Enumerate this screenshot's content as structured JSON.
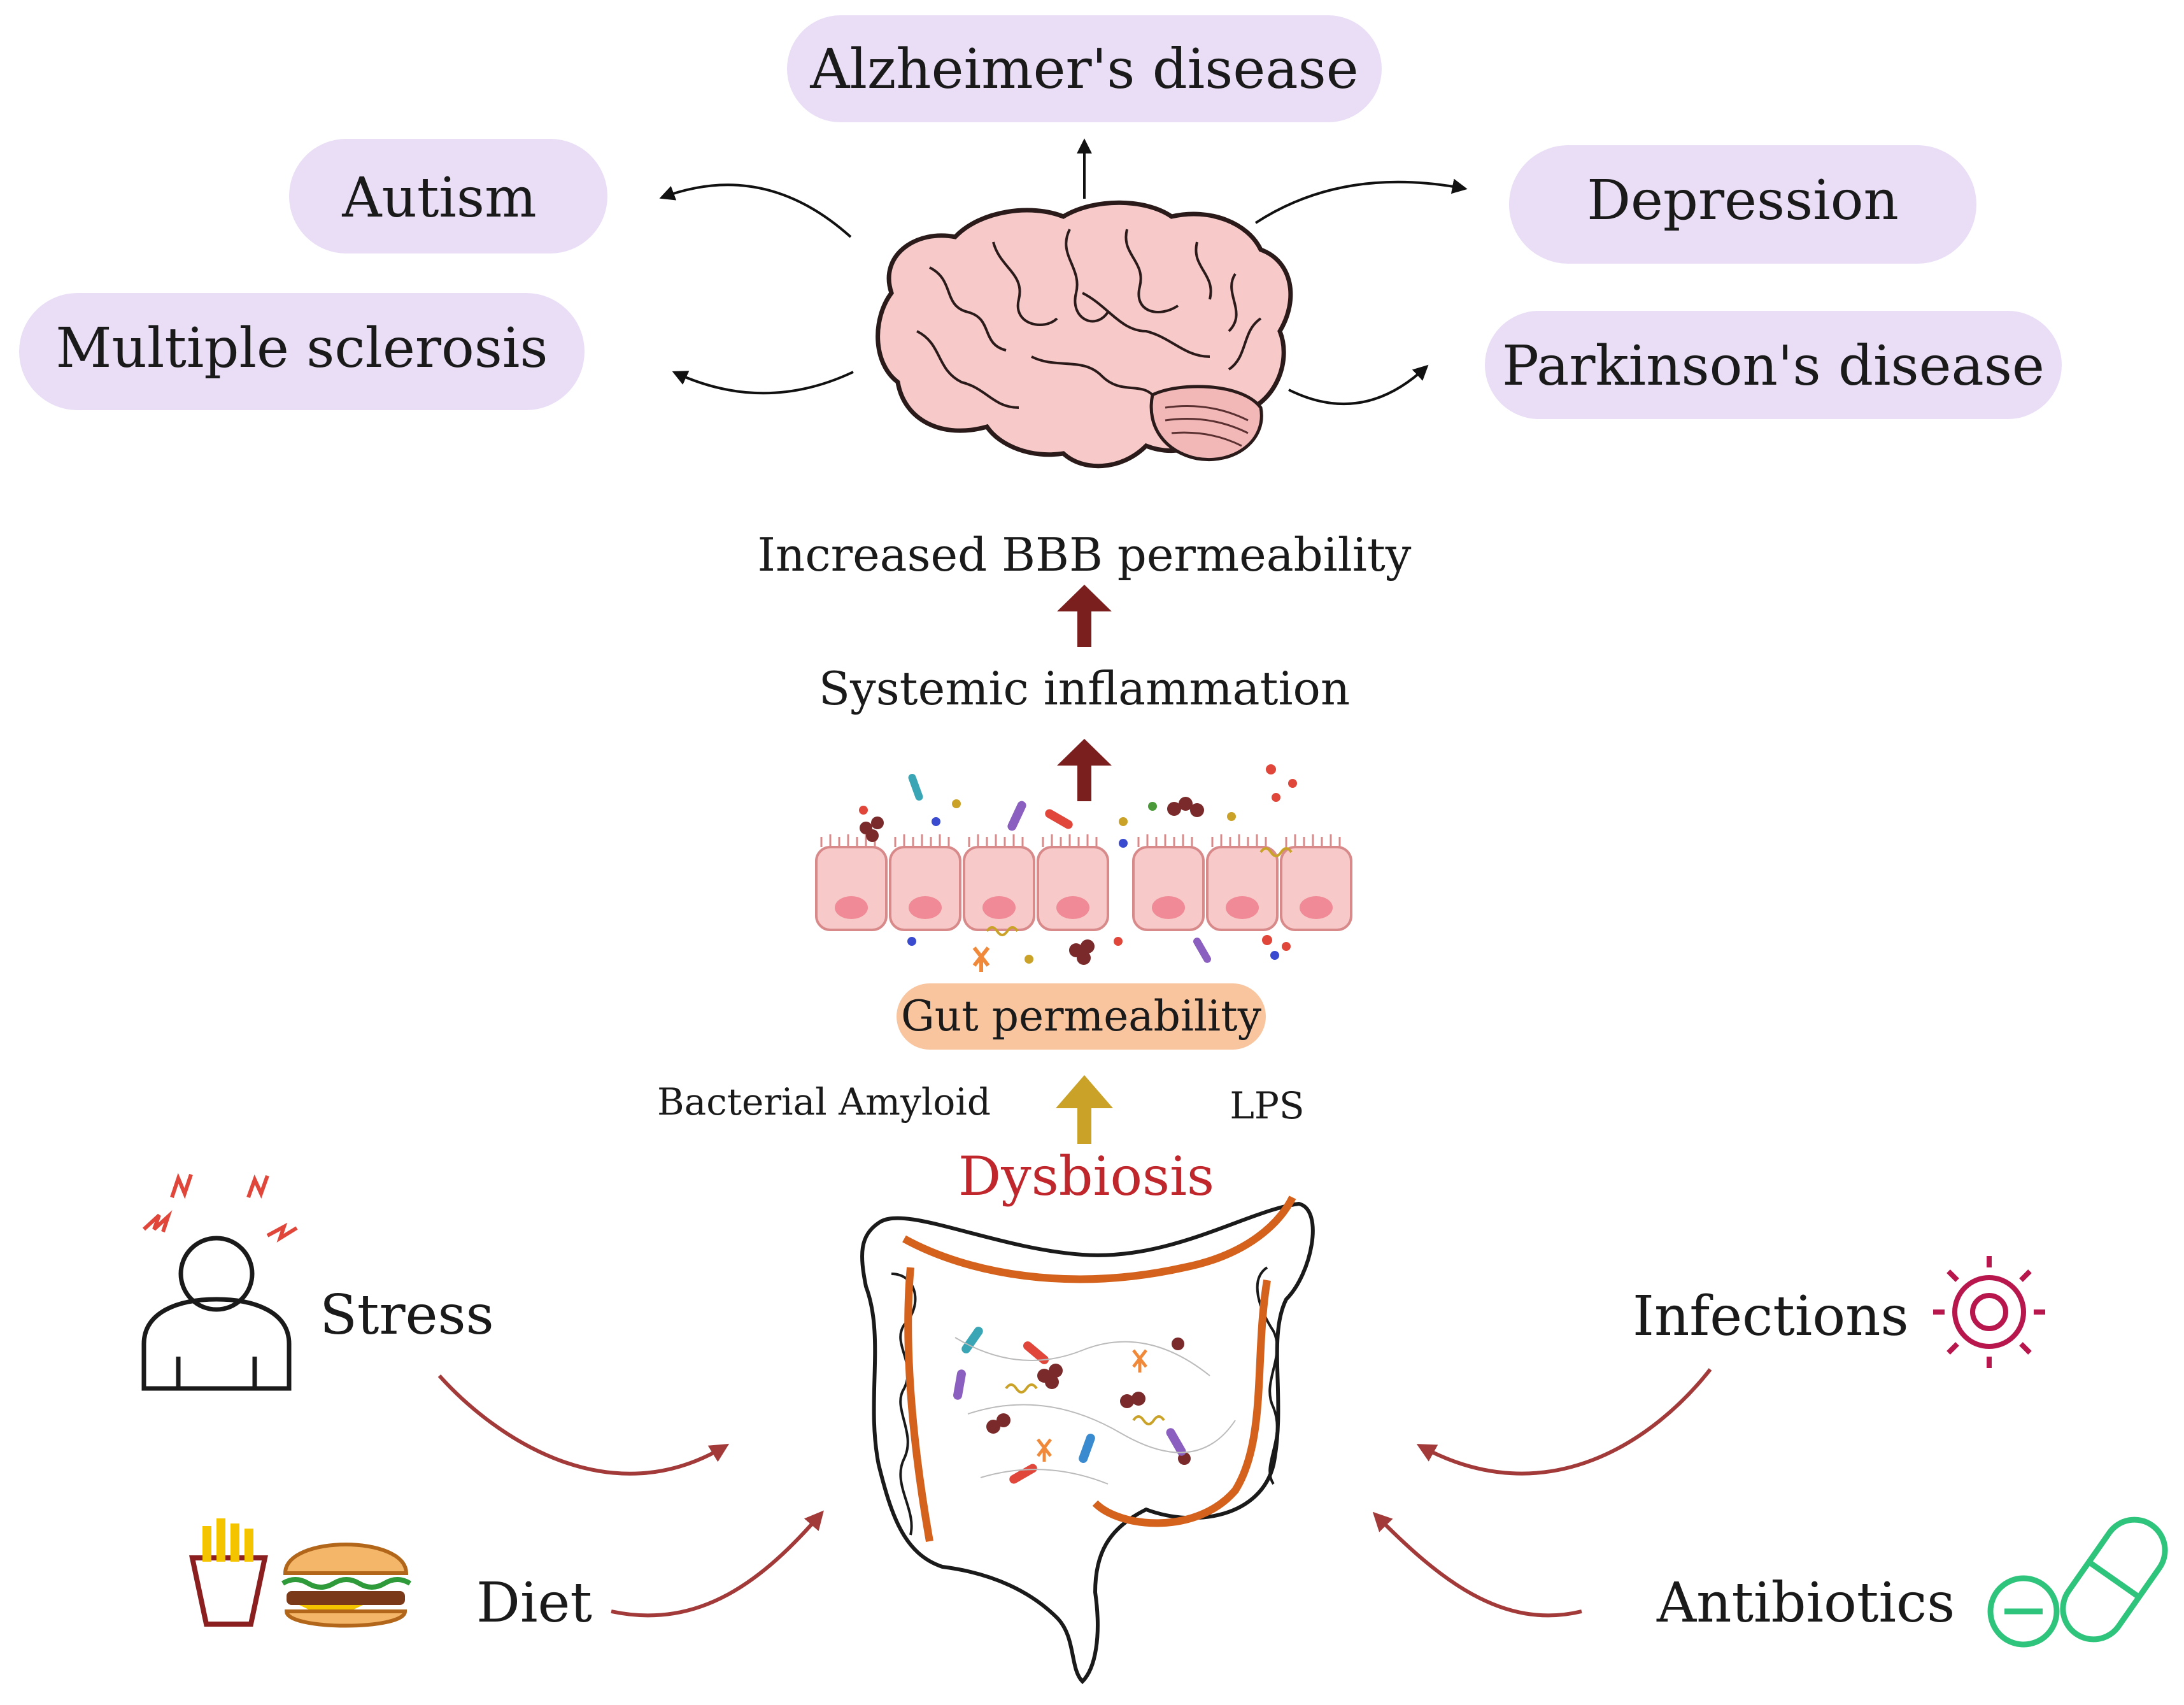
{
  "diseases": {
    "alzheimers": "Alzheimer's disease",
    "autism": "Autism",
    "depression": "Depression",
    "multiple_sclerosis": "Multiple sclerosis",
    "parkinsons": "Parkinson's disease"
  },
  "pathway": {
    "bbb": "Increased BBB permeability",
    "systemic": "Systemic inflammation",
    "gut_permeability": "Gut permeability",
    "bacterial_amyloid": "Bacterial Amyloid",
    "lps": "LPS",
    "dysbiosis": "Dysbiosis"
  },
  "factors": {
    "stress": "Stress",
    "diet": "Diet",
    "infections": "Infections",
    "antibiotics": "Antibiotics"
  },
  "colors": {
    "pill": "#e9def6",
    "gut_pill": "#f9c59f",
    "dark_red_arrow": "#7a1e1e",
    "gold_arrow": "#c9a227",
    "dysbiosis_text": "#c0272d",
    "factor_arrow": "#a33a3a",
    "colon_outline": "#d4611c",
    "infection_icon": "#b8174e",
    "antibiotic_icon": "#2ec47c",
    "brain_fill": "#f7c9c9"
  },
  "icons": [
    "brain-icon",
    "intestinal-epithelium-icon",
    "colon-icon",
    "stressed-person-icon",
    "fries-icon",
    "burger-icon",
    "virus-icon",
    "pill-icon",
    "minus-circle-icon"
  ]
}
